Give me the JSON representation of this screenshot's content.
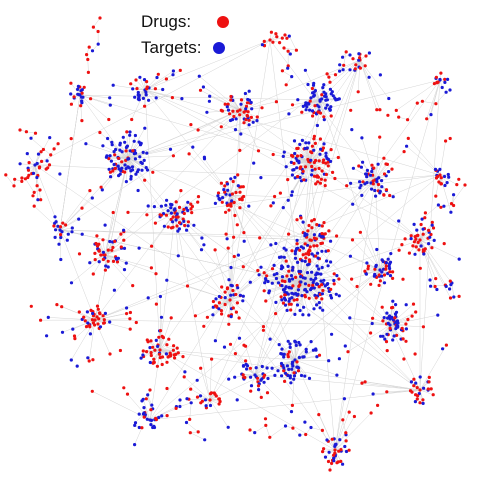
{
  "legend": {
    "drugs": {
      "label": "Drugs:",
      "color": "#ee1111"
    },
    "targets": {
      "label": "Targets:",
      "color": "#1a1ad6"
    }
  },
  "network": {
    "node_types": [
      "drug",
      "target"
    ],
    "edge_color": "#d4d4d4",
    "drug_color": "#ee1111",
    "target_color": "#1a1ad6"
  }
}
